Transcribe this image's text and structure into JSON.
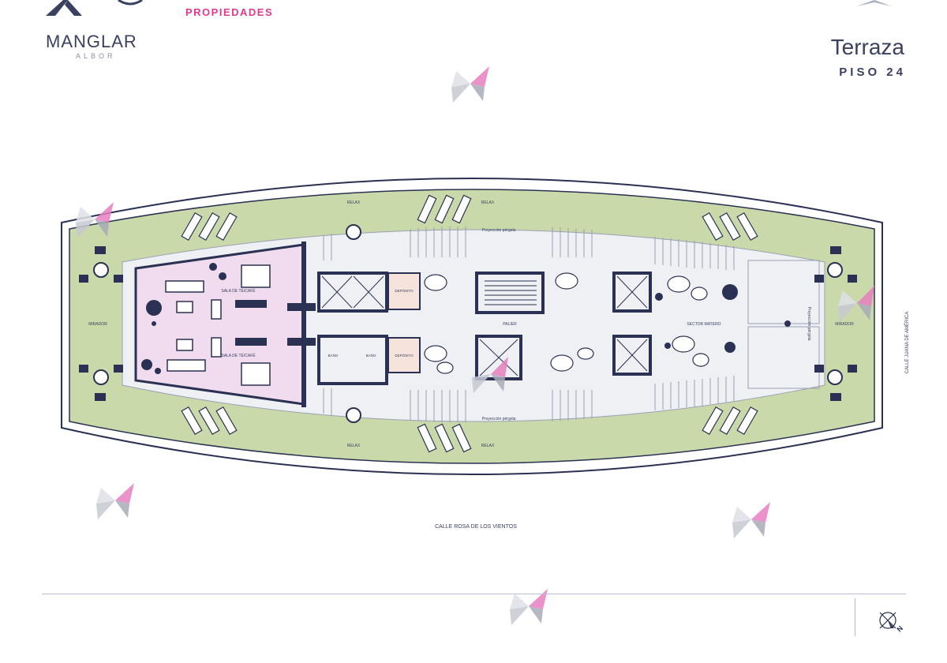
{
  "brand": {
    "name": "MANGLAR",
    "sub": "ALBOR",
    "partner": "PROPIEDADES"
  },
  "title": "Terraza",
  "subtitle": "PISO 24",
  "plan": {
    "labels": {
      "relax": "RELAX",
      "proyeccion": "Proyección pérgola",
      "mirador": "MIRADOR",
      "sala_tecafe": "SALA DE TÉ/CAFÉ",
      "deposito": "DEPÓSITO",
      "bano": "BAÑO",
      "palier": "PALIER",
      "sector_matero": "SECTOR MATERO"
    },
    "streets": {
      "south": "CALLE ROSA DE LOS VIENTOS",
      "east": "CALLE JUANA DE AMÉRICA"
    }
  },
  "compass": {
    "letter": "N"
  },
  "colors": {
    "lawn": "#c9d9a9",
    "navy": "#2a3152",
    "pink_zone": "#f1dcef",
    "accent_pink": "#e2388f"
  }
}
